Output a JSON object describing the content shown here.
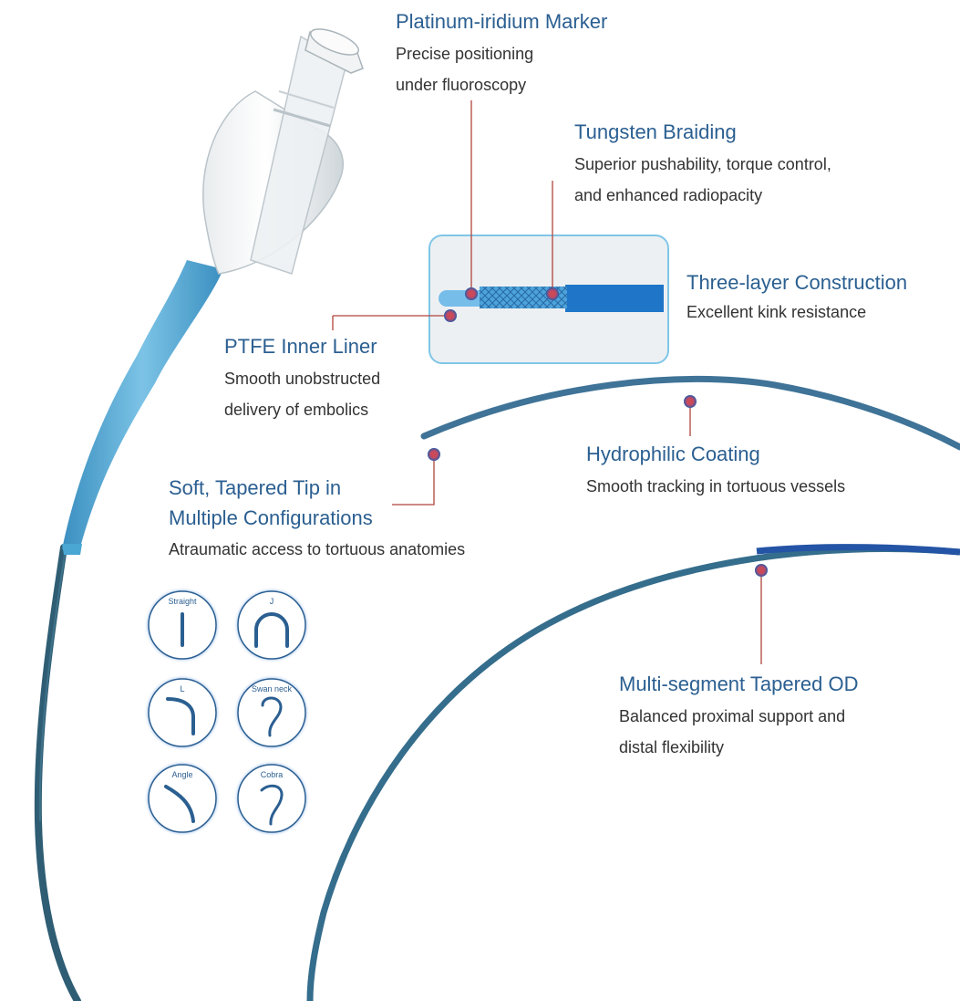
{
  "features": {
    "platinum": {
      "title": "Platinum-iridium Marker",
      "desc": "Precise positioning\nunder fluoroscopy"
    },
    "tungsten": {
      "title": "Tungsten Braiding",
      "desc": "Superior pushability, torque control,\nand enhanced radiopacity"
    },
    "three_layer": {
      "title": "Three-layer Construction",
      "desc": "Excellent kink resistance"
    },
    "ptfe": {
      "title": "PTFE Inner Liner",
      "desc": "Smooth unobstructed\ndelivery of embolics"
    },
    "soft_tip": {
      "title": "Soft, Tapered Tip in\nMultiple Configurations",
      "desc": "Atraumatic access to tortuous anatomies"
    },
    "hydrophilic": {
      "title": "Hydrophilic Coating",
      "desc": "Smooth tracking in tortuous vessels"
    },
    "multi_segment": {
      "title": "Multi-segment Tapered OD",
      "desc": "Balanced proximal support and\ndistal flexibility"
    }
  },
  "tip_shapes": [
    "Straight",
    "J",
    "L",
    "Swan neck",
    "Angle",
    "Cobra"
  ],
  "colors": {
    "title": "#2b5f91",
    "text": "#333333",
    "catheter_blue": "#4aa6d2",
    "shaft_dark": "#2e5d74",
    "leader_line": "#b0453c",
    "marker_red": "#d44a4a",
    "marker_blue": "#2a5aa8"
  }
}
